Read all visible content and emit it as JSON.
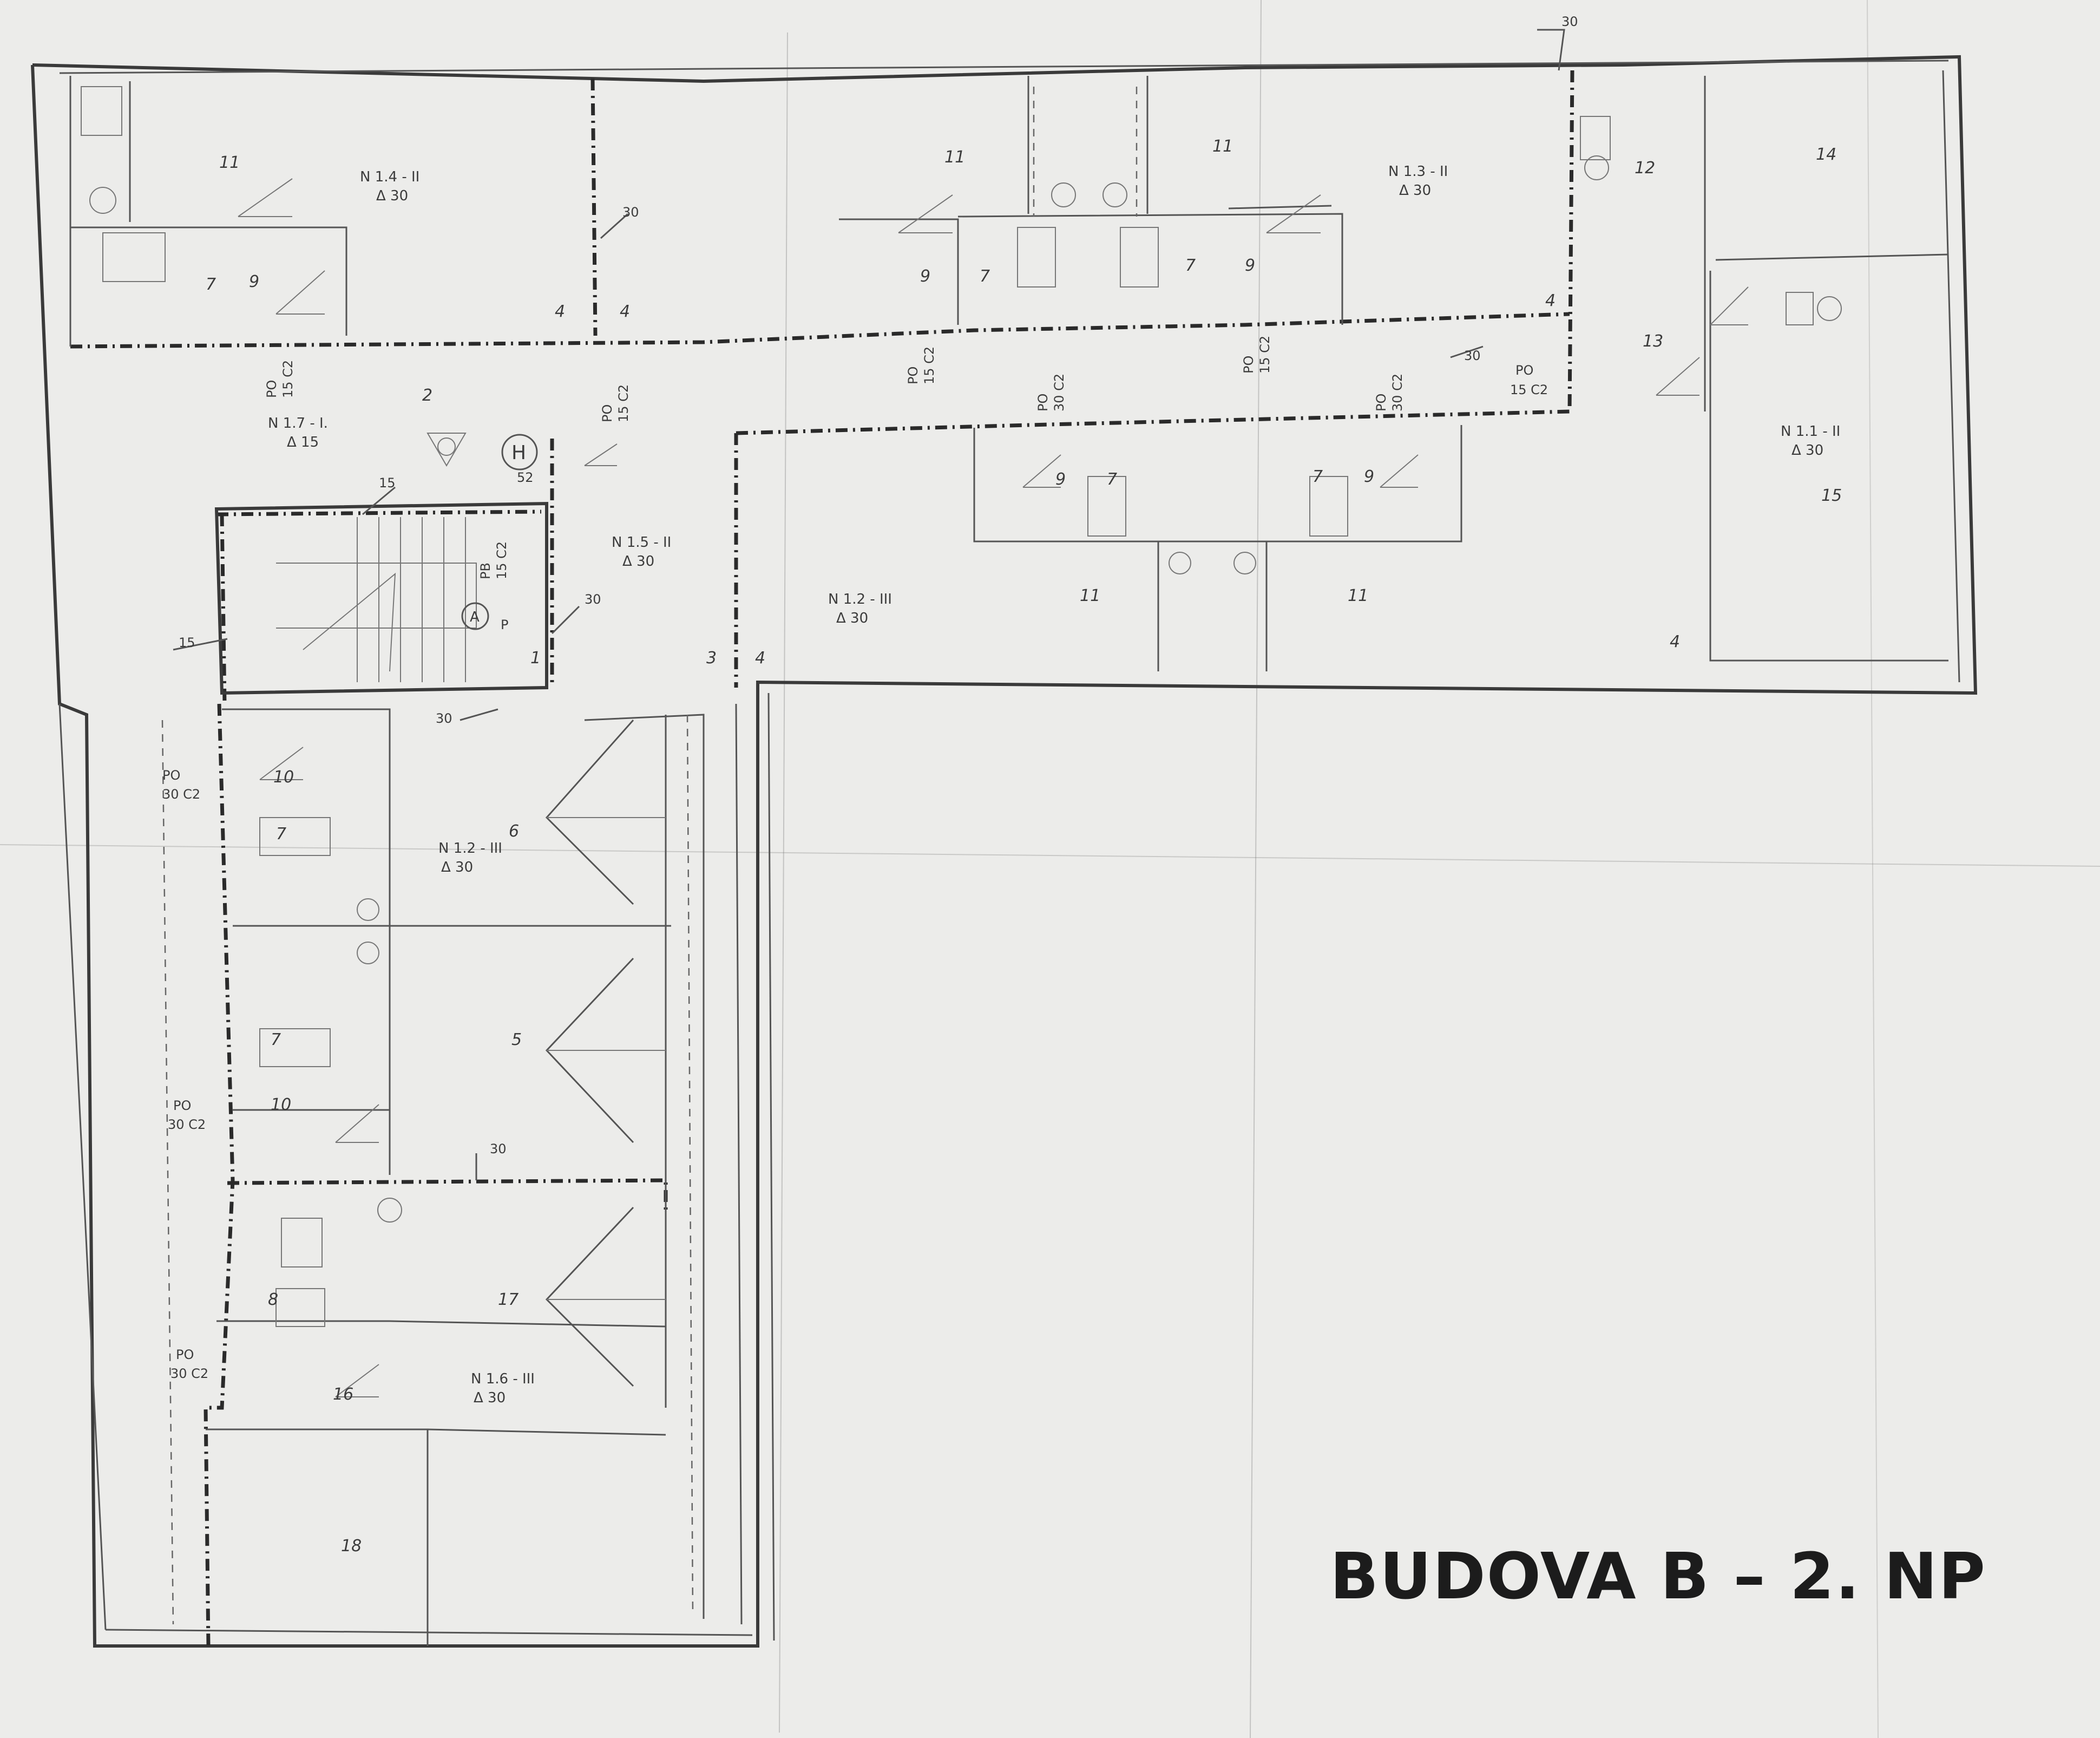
{
  "caption": "BUDOVA B – 2. NP",
  "zone_labels": [
    {
      "id": "n14",
      "name": "N 1.4 - II",
      "delta": "Δ 30"
    },
    {
      "id": "n13",
      "name": "N 1.3 - II",
      "delta": "Δ 30"
    },
    {
      "id": "n11",
      "name": "N 1.1 - II",
      "delta": "Δ 30"
    },
    {
      "id": "n17",
      "name": "N 1.7 - I.",
      "delta": "Δ 15"
    },
    {
      "id": "n15",
      "name": "N 1.5 - II",
      "delta": "Δ 30"
    },
    {
      "id": "n12",
      "name": "N 1.2 - III",
      "delta": "Δ 30"
    },
    {
      "id": "n12b",
      "name": "N 1.2 - III",
      "delta": "Δ 30"
    },
    {
      "id": "n16",
      "name": "N 1.6 - III",
      "delta": "Δ 30"
    }
  ],
  "room_numbers": [
    {
      "id": "r11a",
      "text": "11"
    },
    {
      "id": "r11b",
      "text": "11"
    },
    {
      "id": "r11c",
      "text": "11"
    },
    {
      "id": "r11d",
      "text": "11"
    },
    {
      "id": "r11e",
      "text": "11"
    },
    {
      "id": "r7a",
      "text": "7"
    },
    {
      "id": "r9a",
      "text": "9"
    },
    {
      "id": "r4a",
      "text": "4"
    },
    {
      "id": "r4b",
      "text": "4"
    },
    {
      "id": "r9b",
      "text": "9"
    },
    {
      "id": "r7b",
      "text": "7"
    },
    {
      "id": "r7c",
      "text": "7"
    },
    {
      "id": "r9c",
      "text": "9"
    },
    {
      "id": "r4c",
      "text": "4"
    },
    {
      "id": "r12",
      "text": "12"
    },
    {
      "id": "r13",
      "text": "13"
    },
    {
      "id": "r14",
      "text": "14"
    },
    {
      "id": "r15",
      "text": "15"
    },
    {
      "id": "r4d",
      "text": "4"
    },
    {
      "id": "r2",
      "text": "2"
    },
    {
      "id": "r9d",
      "text": "9"
    },
    {
      "id": "r7d",
      "text": "7"
    },
    {
      "id": "r7e",
      "text": "7"
    },
    {
      "id": "r9e",
      "text": "9"
    },
    {
      "id": "r1",
      "text": "1"
    },
    {
      "id": "r3",
      "text": "3"
    },
    {
      "id": "r4e",
      "text": "4"
    },
    {
      "id": "r10a",
      "text": "10"
    },
    {
      "id": "r7f",
      "text": "7"
    },
    {
      "id": "r6",
      "text": "6"
    },
    {
      "id": "r7g",
      "text": "7"
    },
    {
      "id": "r5",
      "text": "5"
    },
    {
      "id": "r10b",
      "text": "10"
    },
    {
      "id": "r8",
      "text": "8"
    },
    {
      "id": "r17",
      "text": "17"
    },
    {
      "id": "r16",
      "text": "16"
    },
    {
      "id": "r18",
      "text": "18"
    }
  ],
  "fire_ratings": [
    {
      "id": "f1",
      "a": "PO",
      "b": "15 C2"
    },
    {
      "id": "f2",
      "a": "PO",
      "b": "15 C2"
    },
    {
      "id": "f3",
      "a": "PO",
      "b": "30 C2"
    },
    {
      "id": "f4",
      "a": "PO",
      "b": "15 C2"
    },
    {
      "id": "f5",
      "a": "PO",
      "b": "30 C2"
    },
    {
      "id": "f6",
      "a": "PO",
      "b": "15 C2"
    },
    {
      "id": "f7",
      "a": "PO",
      "b": "15 C2"
    },
    {
      "id": "f8",
      "a": "PB",
      "b": "15 C2"
    },
    {
      "id": "f9",
      "a": "PO",
      "b": "30 C2"
    },
    {
      "id": "f10",
      "a": "PO",
      "b": "30 C2"
    },
    {
      "id": "f11",
      "a": "PO",
      "b": "30 C2"
    }
  ],
  "wall_tags": [
    {
      "id": "w1",
      "text": "30"
    },
    {
      "id": "w2",
      "text": "30"
    },
    {
      "id": "w3",
      "text": "30"
    },
    {
      "id": "w4",
      "text": "15"
    },
    {
      "id": "w5",
      "text": "15"
    },
    {
      "id": "w6",
      "text": "30"
    },
    {
      "id": "w7",
      "text": "30"
    },
    {
      "id": "w8",
      "text": "30"
    }
  ],
  "symbols": [
    {
      "id": "s_h",
      "text": "H"
    },
    {
      "id": "s_52",
      "text": "52"
    },
    {
      "id": "s_a",
      "text": "A"
    },
    {
      "id": "s_p",
      "text": "P"
    }
  ]
}
